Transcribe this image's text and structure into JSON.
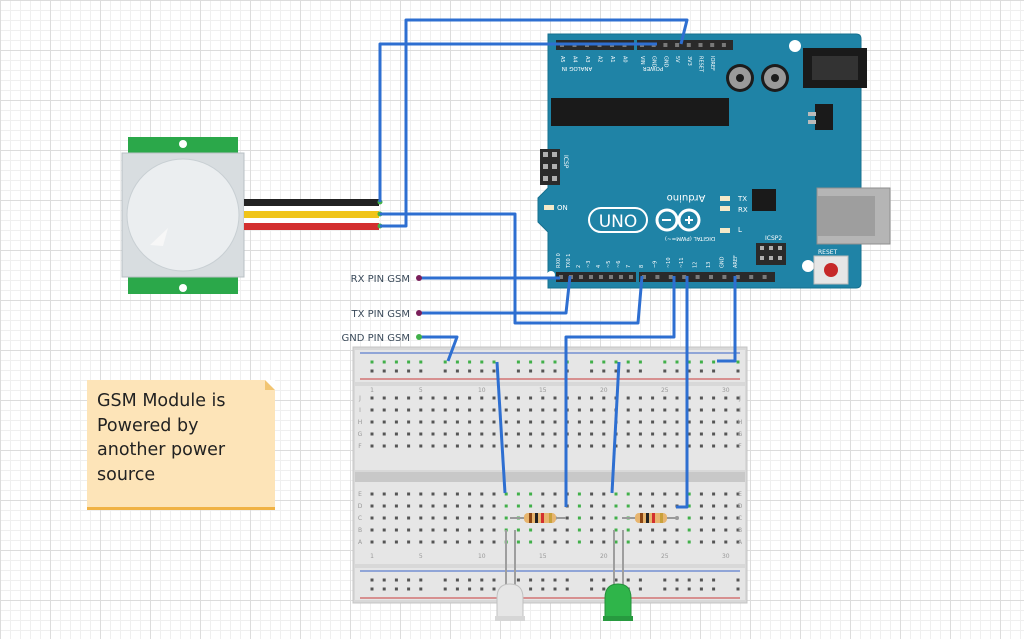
{
  "arduino": {
    "board_label": "UNO",
    "brand": "Arduino",
    "analog_in_label": "ANALOG IN",
    "power_label": "POWER",
    "digital_label": "DIGITAL (PWM=~)",
    "icsp_label": "ICSP",
    "icsp2_label": "ICSP2",
    "on_label": "ON",
    "tx_label": "TX",
    "rx_label": "RX",
    "l_label": "L",
    "reset_label": "RESET",
    "analog_pins": [
      "A5",
      "A4",
      "A3",
      "A2",
      "A1",
      "A0"
    ],
    "power_pins": [
      "VIN",
      "GND",
      "GND",
      "5V",
      "3V3",
      "RESET",
      "IOREF"
    ],
    "digital_pins": [
      "RX0 0",
      "TX0 1",
      "2",
      "~3",
      "4",
      "~5",
      "~6",
      "7",
      "8",
      "~9",
      "~10",
      "~11",
      "12",
      "13",
      "GND",
      "AREF"
    ]
  },
  "labels": {
    "rx_pin": "RX PIN GSM",
    "tx_pin": "TX PIN GSM",
    "gnd_pin": "GND PIN GSM"
  },
  "note": {
    "text": "GSM Module is\nPowered by\nanother power\nsource"
  },
  "breadboard": {
    "col_numbers": [
      "1",
      "5",
      "10",
      "15",
      "20",
      "25",
      "30"
    ],
    "row_letters_top": [
      "J",
      "I",
      "H",
      "G",
      "F"
    ],
    "row_letters_bottom": [
      "E",
      "D",
      "C",
      "B",
      "A"
    ]
  },
  "colors": {
    "board": "#1f83a6",
    "wire": "#2e6fd1",
    "pir_green": "#2ba84a",
    "wire_black": "#222222",
    "wire_yellow": "#f0c419",
    "wire_red": "#d32f2f",
    "led_green": "#2fb54a",
    "led_white": "#e6e6e6",
    "note_bg": "#fde4b8"
  }
}
